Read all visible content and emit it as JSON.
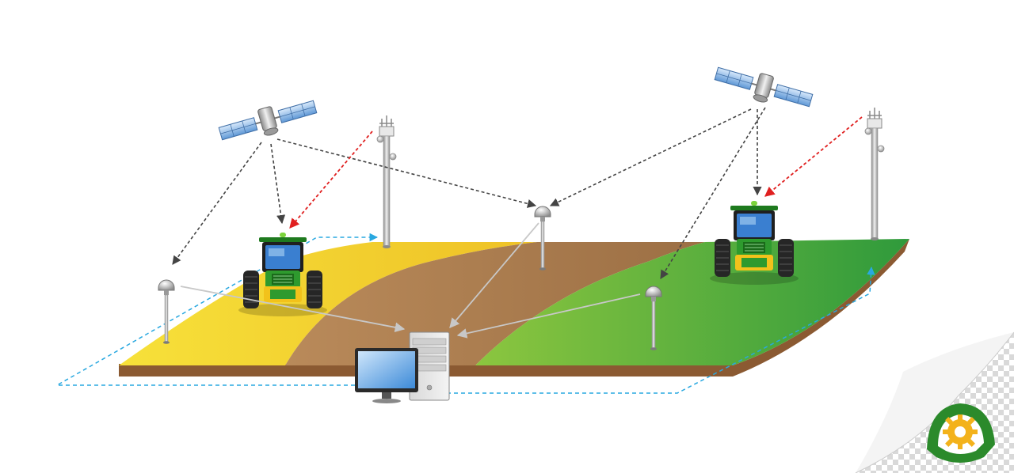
{
  "diagram": {
    "type": "precision-agriculture-rtk-gps-network",
    "nodes": [
      {
        "id": "satellite-left",
        "icon": "satellite-icon"
      },
      {
        "id": "satellite-right",
        "icon": "satellite-icon"
      },
      {
        "id": "cell-tower-left",
        "icon": "cell-tower-icon"
      },
      {
        "id": "cell-tower-right",
        "icon": "cell-tower-icon"
      },
      {
        "id": "tractor-left",
        "icon": "tractor-icon"
      },
      {
        "id": "tractor-right",
        "icon": "tractor-icon"
      },
      {
        "id": "gps-base-left",
        "icon": "gps-antenna-icon"
      },
      {
        "id": "gps-base-center",
        "icon": "gps-antenna-icon"
      },
      {
        "id": "gps-base-right",
        "icon": "gps-antenna-icon"
      },
      {
        "id": "server",
        "icon": "server-tower-icon"
      },
      {
        "id": "monitor",
        "icon": "monitor-icon"
      }
    ],
    "connections": [
      {
        "from": "satellite-left",
        "to": "gps-base-left",
        "style": "gps-signal"
      },
      {
        "from": "satellite-left",
        "to": "tractor-left",
        "style": "gps-signal"
      },
      {
        "from": "satellite-left",
        "to": "gps-base-center",
        "style": "gps-signal"
      },
      {
        "from": "satellite-right",
        "to": "gps-base-center",
        "style": "gps-signal"
      },
      {
        "from": "satellite-right",
        "to": "tractor-right",
        "style": "gps-signal"
      },
      {
        "from": "satellite-right",
        "to": "gps-base-right",
        "style": "gps-signal"
      },
      {
        "from": "cell-tower-left",
        "to": "tractor-left",
        "style": "correction"
      },
      {
        "from": "cell-tower-right",
        "to": "tractor-right",
        "style": "correction"
      },
      {
        "from": "gps-base-left",
        "to": "server",
        "style": "data-link"
      },
      {
        "from": "gps-base-center",
        "to": "server",
        "style": "data-link"
      },
      {
        "from": "gps-base-right",
        "to": "server",
        "style": "data-link"
      },
      {
        "from": "server",
        "to": "cell-tower-left",
        "style": "network"
      },
      {
        "from": "server",
        "to": "cell-tower-right",
        "style": "network"
      }
    ],
    "colors": {
      "gps_signal": "#444444",
      "correction": "#e02020",
      "data_link": "#c8c8c8",
      "network": "#29a8e0",
      "field_yellow": "#f2cf2a",
      "field_soil": "#a57a4c",
      "field_green": "#4ea83a",
      "soil_edge": "#8b5a32",
      "tractor_green": "#2e9a2e",
      "tractor_cab": "#2e72c8",
      "logo_green": "#2b8a2b",
      "logo_gear": "#f3b21b"
    }
  },
  "logo": {
    "icon": "gear-logo-icon"
  }
}
